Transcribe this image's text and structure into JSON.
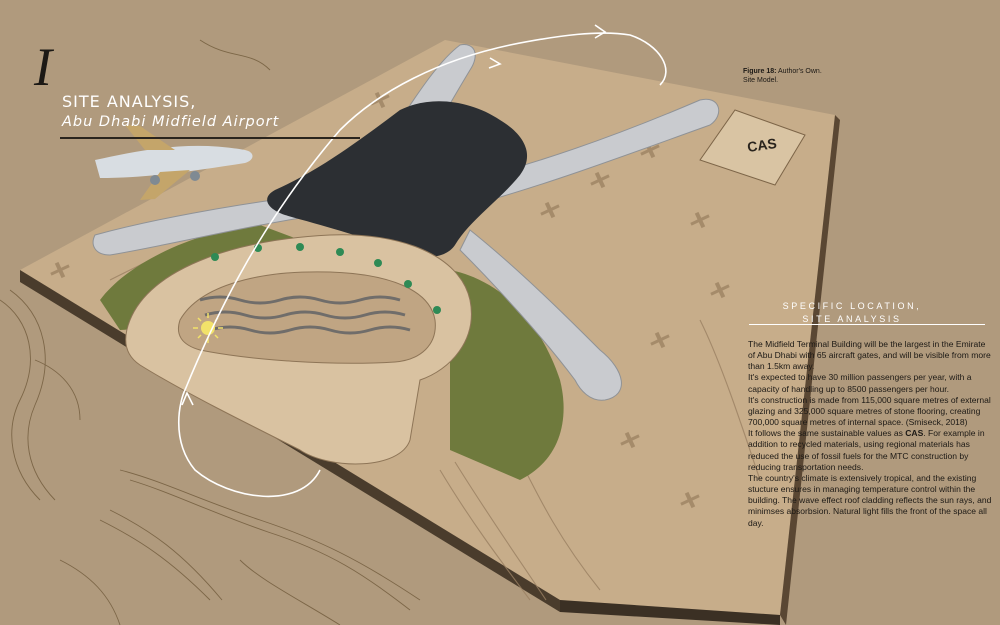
{
  "section_numeral": "I",
  "title": "SITE ANALYSIS,",
  "subtitle": "Abu Dhabi Midfield Airport",
  "caption": {
    "figure_label": "Figure 18:",
    "figure_text": "Author's Own.",
    "figure_line2": "Site Model."
  },
  "model_sign": "CAS",
  "section_heading": {
    "line1": "SPECIFIC LOCATION,",
    "line2": "SITE ANALYSIS"
  },
  "body": {
    "p1": "The Midfield Terminal Building will be the largest in the Emirate of Abu Dhabi with 65 aircraft gates, and will be visible from more than 1.5km away.",
    "p2": "It's expected to have 30 million passengers per year, with a capacity of handling up to 8500 passengers per hour.",
    "p3": "It's construction is made from 115,000 square metres of external glazing and 325,000 square metres of stone flooring, creating 700,000 square metres of internal space. (Smiseck, 2018)",
    "p4_start": "It follows the same sustainable values as ",
    "p4_bold": "CAS",
    "p4_end": ". For example in addition to recycled materials, using regional materials has reduced the use of fossil fuels for the MTC construction by reducing transportation needs.",
    "p5": "The country's climate is extensively tropical, and the existing stucture ensures in managing temperature control within the building. The wave effect roof cladding reflects the sun rays, and minimses absorbsion. Natural light fills the front of the space all day."
  },
  "colors": {
    "page_background": "#b09a7d",
    "board": "#c7ad8a",
    "roof": "#2c2f33",
    "piers": "#c9cbcf",
    "grass": "#6f7a3d"
  }
}
